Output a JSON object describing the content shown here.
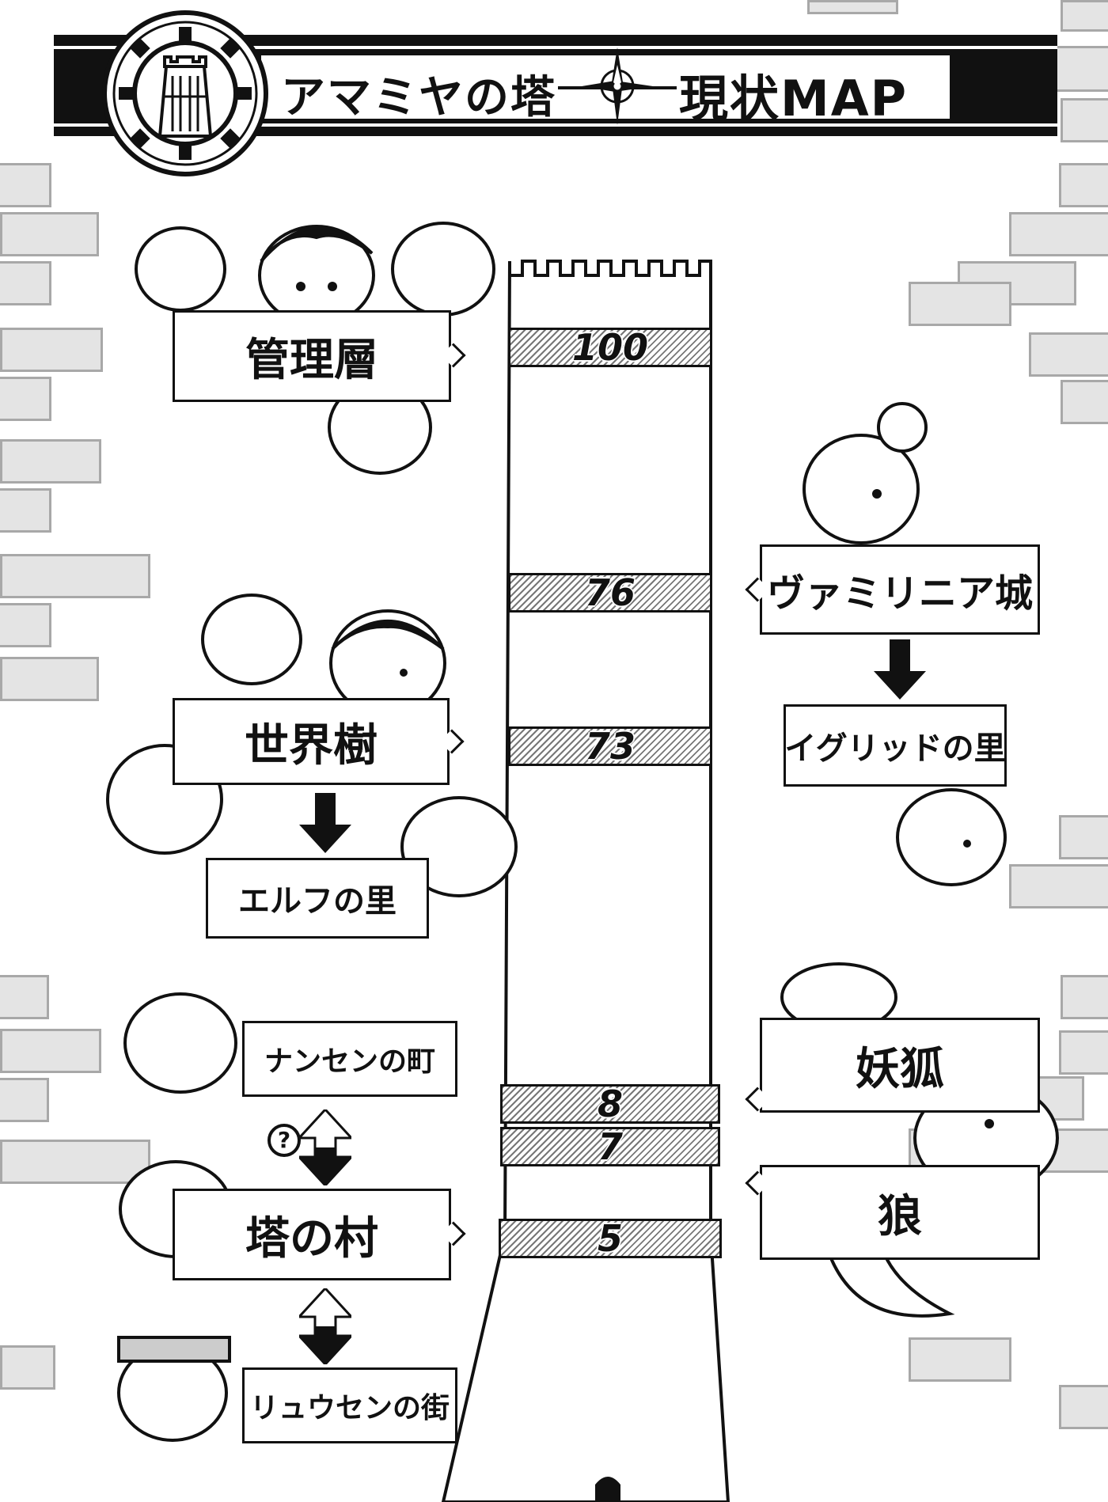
{
  "banner": {
    "title": "アマミヤの塔",
    "subtitle": "現状MAP"
  },
  "tower": {
    "floors": [
      "100",
      "76",
      "73",
      "8",
      "7",
      "5"
    ]
  },
  "locations": {
    "kanri": "管理層",
    "sekaiju": "世界樹",
    "elf": "エルフの里",
    "nansen": "ナンセンの町",
    "tou": "塔の村",
    "ryusen": "リュウセンの街",
    "vamirinia": "ヴァミリニア城",
    "igrid": "イグリッドの里",
    "youko": "妖狐",
    "ookami": "狼"
  },
  "icons": {
    "question": "?",
    "emblem": "tower-gear-emblem",
    "compass": "compass-rose"
  },
  "colors": {
    "ink": "#111111",
    "brick_fill": "#e4e4e4",
    "brick_border": "#a8a8a8",
    "paper": "#ffffff"
  }
}
